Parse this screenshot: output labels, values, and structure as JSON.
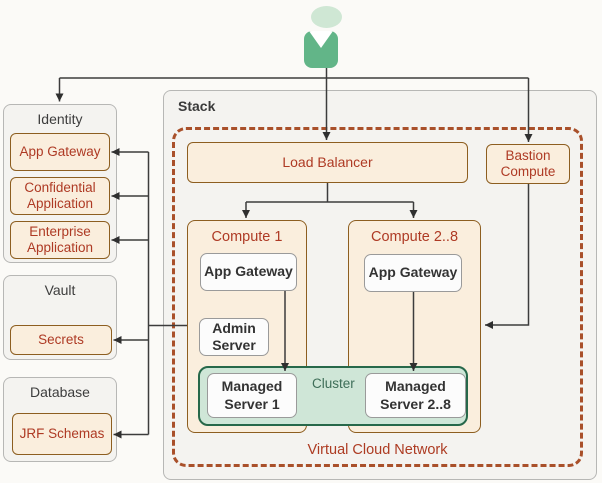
{
  "icons": {
    "actor": "user-person-icon"
  },
  "groups": {
    "identity": {
      "title": "Identity",
      "items": [
        "App Gateway",
        "Confidential Application",
        "Enterprise Application"
      ]
    },
    "vault": {
      "title": "Vault",
      "items": [
        "Secrets"
      ]
    },
    "database": {
      "title": "Database",
      "items": [
        "JRF Schemas"
      ]
    }
  },
  "stack": {
    "label": "Stack",
    "load_balancer": "Load Balancer",
    "bastion_compute": "Bastion Compute",
    "compute1": {
      "label": "Compute 1",
      "app_gateway": "App Gateway",
      "admin_server": "Admin Server",
      "managed_server": "Managed Server 1"
    },
    "compute2": {
      "label": "Compute 2..8",
      "app_gateway": "App Gateway",
      "managed_server": "Managed Server 2..8"
    },
    "cluster": {
      "label": "Cluster"
    },
    "vcn": {
      "label": "Virtual Cloud Network"
    }
  },
  "colors": {
    "node_fill": "#faeedd",
    "node_border": "#8d5e20",
    "node_text": "#ae3a24",
    "inner_fill": "#fcfcfc",
    "inner_border": "#9a9a9a",
    "inner_text": "#333333",
    "cluster_fill": "#cfe6d7",
    "cluster_border": "#27684a",
    "cluster_text": "#3e6e58",
    "vcn_border": "#a9502a",
    "vcn_text": "#ad3b22",
    "container_fill": "#f4f3f0",
    "container_border": "#b7b7b5",
    "person_body": "#62b588",
    "person_head": "#cfe7d4",
    "connector": "#3c3c3c"
  }
}
